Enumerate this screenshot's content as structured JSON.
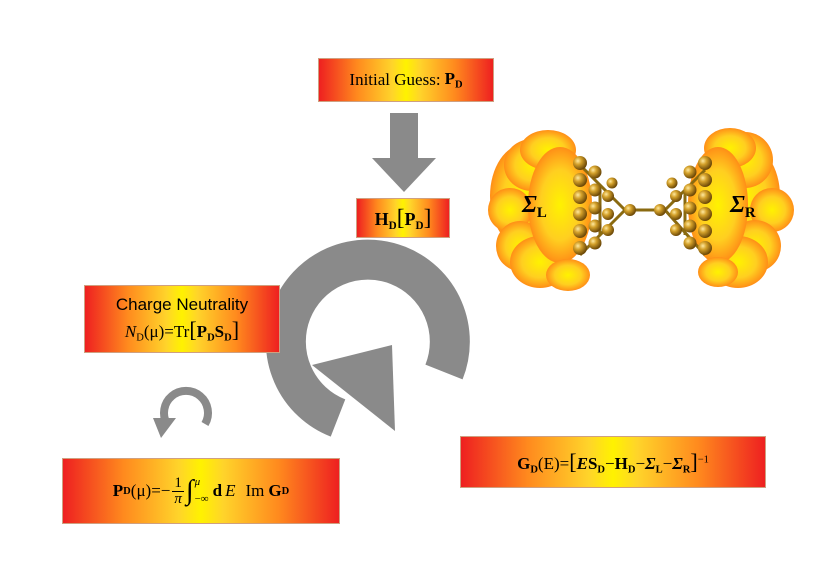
{
  "initial_guess": {
    "text": "Initial Guess:",
    "symbol": "P",
    "sub": "D"
  },
  "hamiltonian": {
    "symbol": "H",
    "sub": "D",
    "arg_symbol": "P",
    "arg_sub": "D"
  },
  "charge_neutrality": {
    "title": "Charge Neutrality",
    "lhs_symbol": "N",
    "lhs_sub": "D",
    "lhs_arg": "(μ)",
    "equals": "=",
    "trace": "Tr",
    "p_symbol": "P",
    "p_sub": "D",
    "s_symbol": "S",
    "s_sub": "D"
  },
  "density_matrix": {
    "lhs_symbol": "P",
    "lhs_sub": "D",
    "lhs_arg": "(μ)",
    "equals": "=−",
    "frac_num": "1",
    "frac_den": "π",
    "int_upper": "μ",
    "int_lower": "−∞",
    "differential": "d",
    "energy": "E",
    "im": "Im",
    "g_symbol": "G",
    "g_sub": "D"
  },
  "greens_function": {
    "lhs_symbol": "G",
    "lhs_sub": "D",
    "lhs_arg": "(E)",
    "equals": "=",
    "e_symbol": "E",
    "s_symbol": "S",
    "s_sub": "D",
    "minus": "−",
    "h_symbol": "H",
    "h_sub": "D",
    "sigma_symbol": "Σ",
    "sigma_l_sub": "L",
    "sigma_r_sub": "R",
    "power": "−1"
  },
  "leads": {
    "left": {
      "symbol": "Σ",
      "sub": "L"
    },
    "right": {
      "symbol": "Σ",
      "sub": "R"
    }
  },
  "colors": {
    "box_edge": "#ee2020",
    "box_center": "#fff200",
    "arrow_gray": "#8a8a8a",
    "gold_atom": "#c89a1a",
    "lead_cloud": "#ffb020"
  }
}
